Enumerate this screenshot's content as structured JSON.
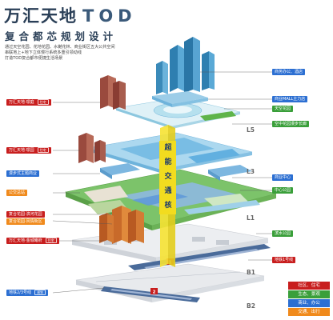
{
  "header": {
    "title_cn": "万汇天地",
    "title_en": "TOD",
    "subtitle": "复合都芯规划设计"
  },
  "description": [
    "通过天空花园、花地花园、水樾花林、商业街区五大公共空间",
    "串联地上+地下立体慢行系统多重引领动线",
    "打造TOD复合都市便捷生活场景"
  ],
  "left_labels": [
    {
      "text": "万汇天地·璟庭",
      "chip": "住宅"
    },
    {
      "text": "万汇天地·璟园",
      "chip": "住宅"
    },
    {
      "text": "漫步式主题商业",
      "chip": ""
    },
    {
      "text": "公交总站",
      "chip": ""
    },
    {
      "text": "复合花园·滨河花园",
      "chip": ""
    },
    {
      "text": "复合花园·风情街区",
      "chip": ""
    },
    {
      "text": "万汇天地·金城曦府",
      "chip": "住宅"
    },
    {
      "text": "地铁2/3号线",
      "chip": "规划"
    }
  ],
  "right_labels": [
    {
      "text": "商务办公、酒店",
      "chip": ""
    },
    {
      "text": "商业MALL主力店",
      "chip": ""
    },
    {
      "text": "天空花园",
      "chip": ""
    },
    {
      "text": "空中花园漫步长廊",
      "chip": ""
    },
    {
      "text": "商业中心",
      "chip": ""
    },
    {
      "text": "中心公园",
      "chip": ""
    },
    {
      "text": "滨水公园",
      "chip": ""
    },
    {
      "text": "地铁1号线",
      "chip": ""
    }
  ],
  "levels": [
    "L5",
    "L3",
    "L1",
    "B1",
    "B2"
  ],
  "central_banner": [
    "超",
    "能",
    "交",
    "通",
    "核"
  ],
  "legend": [
    {
      "text": "社区、住宅",
      "color": "#c81e1e"
    },
    {
      "text": "生态、景观",
      "color": "#3a9f3a"
    },
    {
      "text": "商业、办公",
      "color": "#2c6fd2"
    },
    {
      "text": "交通、出行",
      "color": "#f08a1c"
    }
  ]
}
